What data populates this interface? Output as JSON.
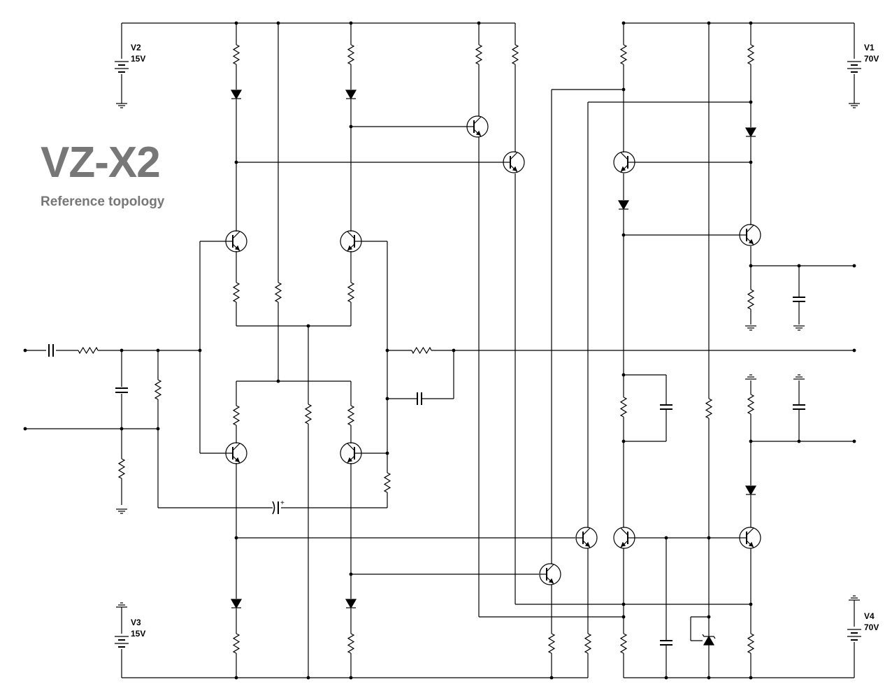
{
  "header": {
    "title": "VZ-X2",
    "subtitle": "Reference topology"
  },
  "sources": [
    {
      "name": "V2",
      "value": "15V"
    },
    {
      "name": "V3",
      "value": "15V"
    },
    {
      "name": "V1",
      "value": "70V"
    },
    {
      "name": "V4",
      "value": "70V"
    }
  ],
  "colors": {
    "wire": "#000000",
    "title": "#777777"
  }
}
